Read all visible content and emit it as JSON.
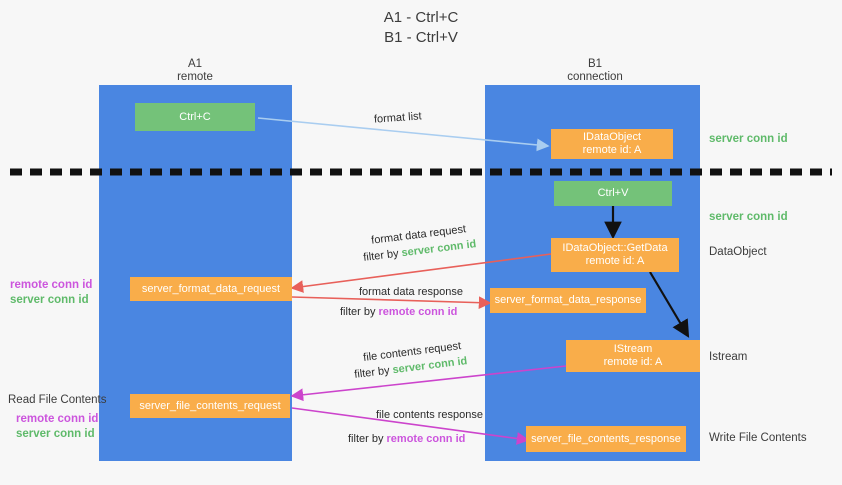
{
  "title": {
    "line1": "A1 - Ctrl+C",
    "line2": "B1 - Ctrl+V"
  },
  "colors": {
    "lane": "#4a86e1",
    "green_box": "#74c279",
    "orange_box": "#f9ad4a",
    "server_conn_id": "#5fba6a",
    "remote_conn_id": "#cc55dd",
    "arrow_blue": "#a9cdf0",
    "arrow_red": "#e8605a",
    "arrow_magenta": "#cc44cc",
    "arrow_black": "#111111",
    "background": "#f7f7f7"
  },
  "columns": [
    {
      "name": "A1",
      "sub": "remote"
    },
    {
      "name": "B1",
      "sub": "connection"
    }
  ],
  "boxes": {
    "ctrl_c": "Ctrl+C",
    "ctrl_v": "Ctrl+V",
    "idataobject_l1": "IDataObject",
    "idataobject_l2": "remote id: A",
    "getdata_l1": "IDataObject::GetData",
    "getdata_l2": "remote id: A",
    "istream_l1": "IStream",
    "istream_l2": "remote id: A",
    "server_format_data_request": "server_format_data_request",
    "server_format_data_response": "server_format_data_response",
    "server_file_contents_request": "server_file_contents_request",
    "server_file_contents_response": "server_file_contents_response"
  },
  "right_labels": {
    "server_conn_id_top": "server conn id",
    "server_conn_id_second": "server conn id",
    "dataobject": "DataObject",
    "istream": "Istream",
    "write_file_contents": "Write File Contents"
  },
  "left_labels": {
    "remote_conn_id_upper": "remote conn id",
    "server_conn_id_upper": "server conn id",
    "read_file_contents": "Read File Contents",
    "remote_conn_id_lower": "remote conn id",
    "server_conn_id_lower": "server conn id"
  },
  "edges": {
    "format_list": "format list",
    "format_data_request": "format data request",
    "format_data_request_filter_prefix": "filter by ",
    "format_data_request_filter_value": "server conn id",
    "format_data_response": "format data response",
    "format_data_response_filter_prefix": "filter by ",
    "format_data_response_filter_value": "remote conn id",
    "file_contents_request": "file contents request",
    "file_contents_request_filter_prefix": "filter by ",
    "file_contents_request_filter_value": "server conn id",
    "file_contents_response": "file contents response",
    "file_contents_response_filter_prefix": "filter by ",
    "file_contents_response_filter_value": "remote conn id"
  }
}
